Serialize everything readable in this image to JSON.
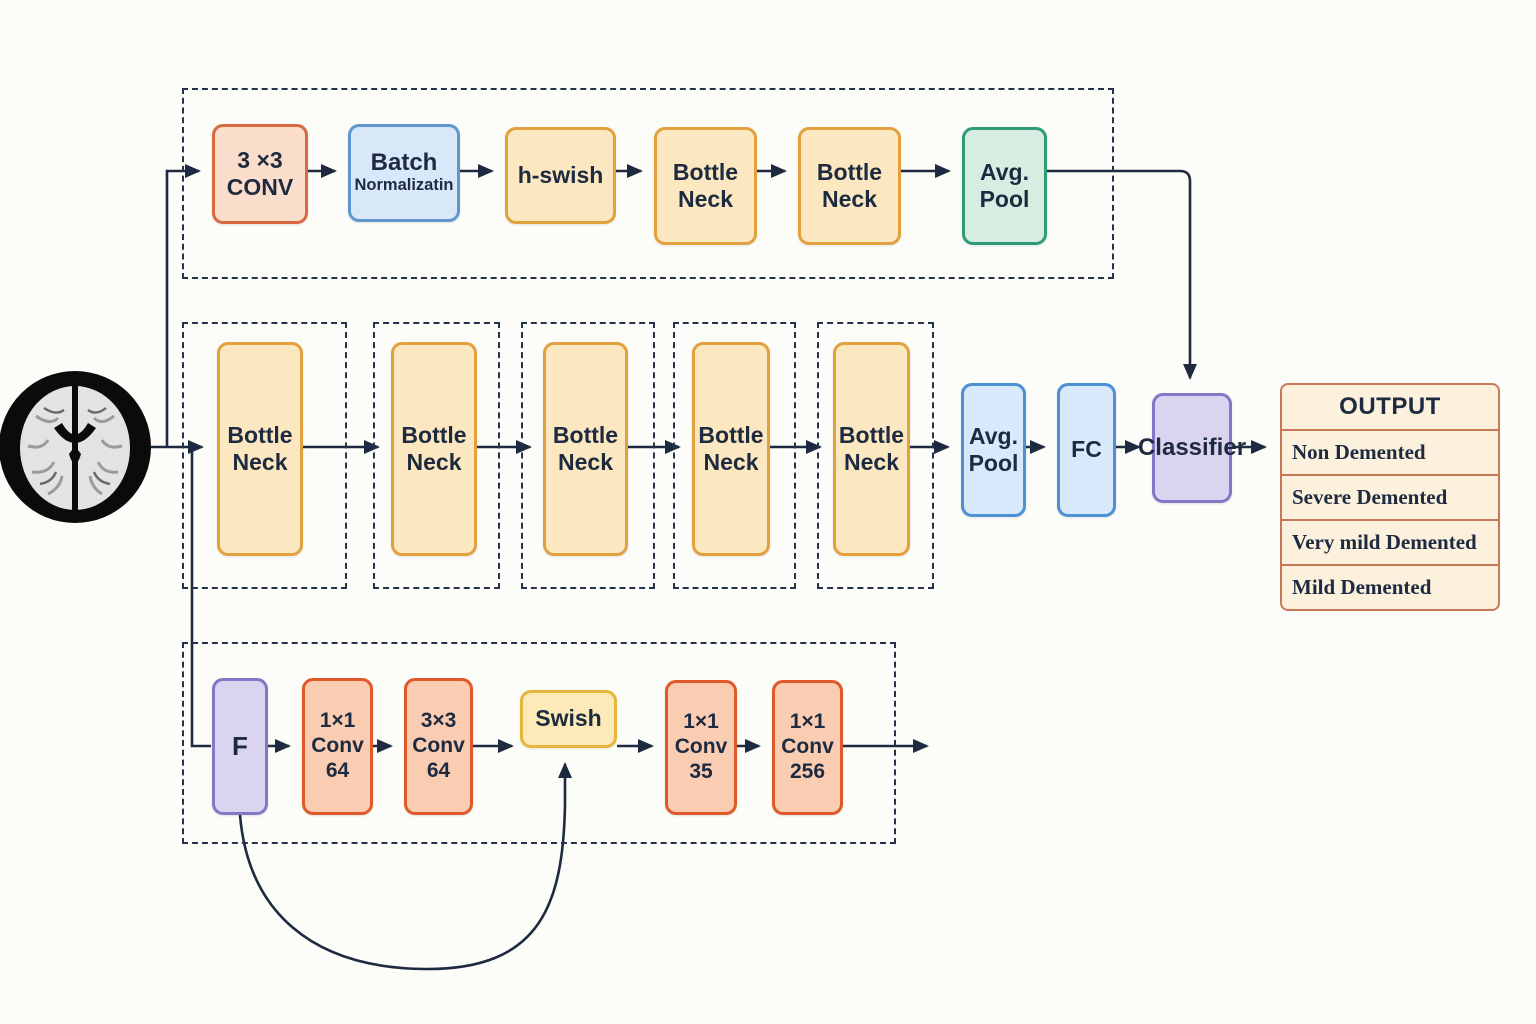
{
  "input": {
    "icon": "brain-mri-image"
  },
  "colors": {
    "ink": "#1D2A40",
    "conv_pink": "#FADDCB",
    "conv_pink_border": "#D8693F",
    "batch_blue": "#D8E8F8",
    "bottleneck_amber": "#FBE7C0",
    "avgpool_green": "#D8EDE2",
    "avgpool_blue": "#D8E9FB",
    "classifier_purple": "#DAD4F0",
    "bottom_salmon": "#FACDB2",
    "swish_yellow": "#FCEBB9",
    "table_cream": "#FBF1DC",
    "table_border": "#C9795A"
  },
  "top_row": {
    "conv": "3 ×3\nCONV",
    "batch_line1": "Batch",
    "batch_line2": "Normalizatin",
    "h_swish": "h-swish",
    "bottleneck_1": "Bottle\nNeck",
    "bottleneck_2": "Bottle\nNeck",
    "avg_pool": "Avg.\nPool"
  },
  "middle_row": {
    "bottlenecks": [
      "Bottle\nNeck",
      "Bottle\nNeck",
      "Bottle\nNeck",
      "Bottle\nNeck",
      "Bottle\nNeck"
    ],
    "avg_pool": "Avg.\nPool",
    "fc": "FC",
    "classifier": "Classifier"
  },
  "bottom_row": {
    "f": "F",
    "conv_1x1_64": "1×1\nConv\n64",
    "conv_3x3_64": "3×3\nConv\n64",
    "swish": "Swish",
    "conv_1x1_35": "1×1\nConv\n35",
    "conv_1x1_256": "1×1\nConv\n256"
  },
  "output_table": {
    "header": "OUTPUT",
    "rows": [
      "Non Demented",
      "Severe Demented",
      "Very mild Demented",
      "Mild Demented"
    ]
  }
}
